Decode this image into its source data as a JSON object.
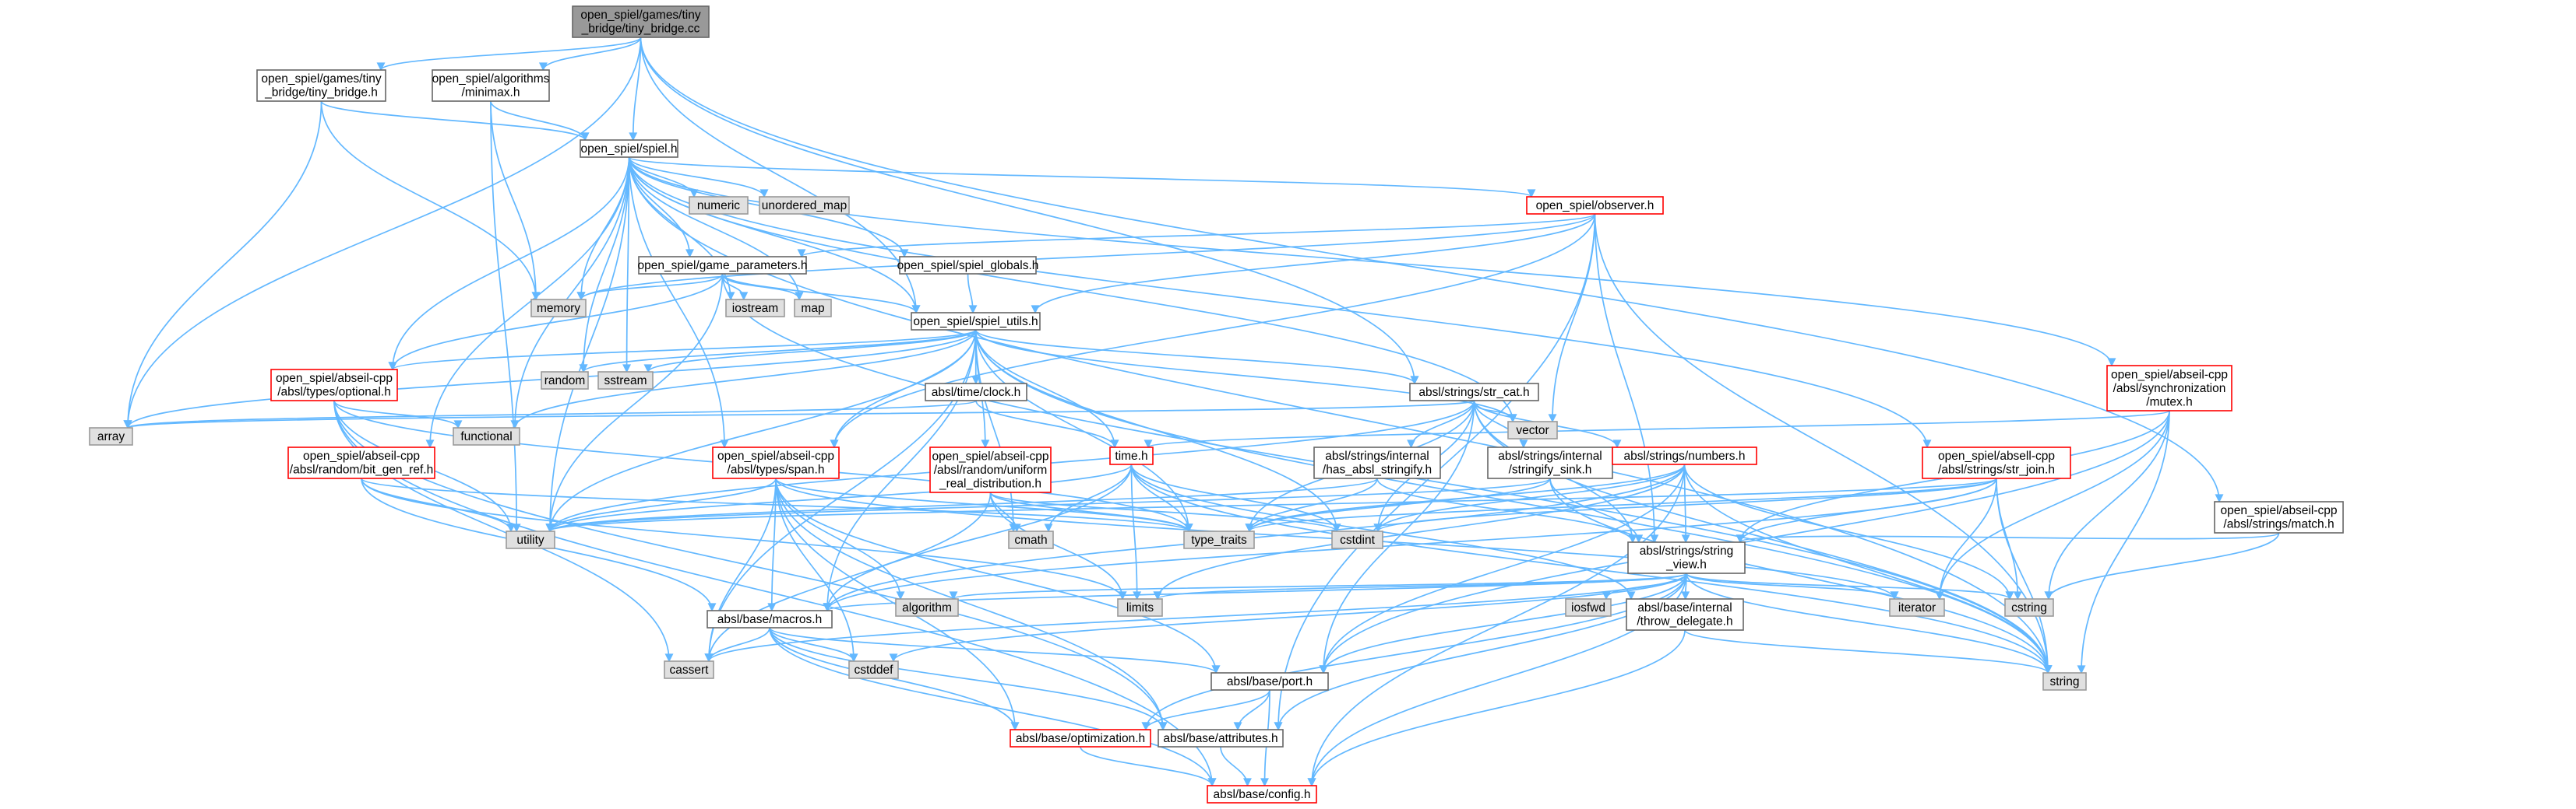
{
  "colors": {
    "edge": "#63b8ff",
    "root_fill": "#999999",
    "root_border": "#666666",
    "node_fill": "#ffffff",
    "node_border": "#666666",
    "external_fill": "#e0e0e0",
    "external_border": "#999999",
    "truncated_border": "#ff0000"
  },
  "nodes": [
    {
      "id": "root",
      "kind": "root",
      "lines": [
        "open_spiel/games/tiny",
        "_bridge/tiny_bridge.cc"
      ]
    },
    {
      "id": "tiny_bridge_h",
      "kind": "normal",
      "lines": [
        "open_spiel/games/tiny",
        "_bridge/tiny_bridge.h"
      ]
    },
    {
      "id": "minimax_h",
      "kind": "normal",
      "lines": [
        "open_spiel/algorithms",
        "/minimax.h"
      ]
    },
    {
      "id": "spiel_h",
      "kind": "normal",
      "lines": [
        "open_spiel/spiel.h"
      ]
    },
    {
      "id": "numeric",
      "kind": "external",
      "lines": [
        "numeric"
      ]
    },
    {
      "id": "unordered_map",
      "kind": "external",
      "lines": [
        "unordered_map"
      ]
    },
    {
      "id": "observer_h",
      "kind": "truncated",
      "lines": [
        "open_spiel/observer.h"
      ]
    },
    {
      "id": "game_parameters_h",
      "kind": "normal",
      "lines": [
        "open_spiel/game_parameters.h"
      ]
    },
    {
      "id": "spiel_globals_h",
      "kind": "normal",
      "lines": [
        "open_spiel/spiel_globals.h"
      ]
    },
    {
      "id": "memory",
      "kind": "external",
      "lines": [
        "memory"
      ]
    },
    {
      "id": "iostream",
      "kind": "external",
      "lines": [
        "iostream"
      ]
    },
    {
      "id": "map",
      "kind": "external",
      "lines": [
        "map"
      ]
    },
    {
      "id": "spiel_utils_h",
      "kind": "normal",
      "lines": [
        "open_spiel/spiel_utils.h"
      ]
    },
    {
      "id": "random",
      "kind": "external",
      "lines": [
        "random"
      ]
    },
    {
      "id": "sstream",
      "kind": "external",
      "lines": [
        "sstream"
      ]
    },
    {
      "id": "optional_h",
      "kind": "truncated",
      "lines": [
        "open_spiel/abseil-cpp",
        "/absl/types/optional.h"
      ]
    },
    {
      "id": "functional",
      "kind": "external",
      "lines": [
        "functional"
      ]
    },
    {
      "id": "array",
      "kind": "external",
      "lines": [
        "array"
      ]
    },
    {
      "id": "clock_h",
      "kind": "normal",
      "lines": [
        "absl/time/clock.h"
      ]
    },
    {
      "id": "str_cat_h",
      "kind": "normal",
      "lines": [
        "absl/strings/str_cat.h"
      ]
    },
    {
      "id": "mutex_h",
      "kind": "truncated",
      "lines": [
        "open_spiel/abseil-cpp",
        "/absl/synchronization",
        "/mutex.h"
      ]
    },
    {
      "id": "bit_gen_ref_h",
      "kind": "truncated",
      "lines": [
        "open_spiel/abseil-cpp",
        "/absl/random/bit_gen_ref.h"
      ]
    },
    {
      "id": "span_h",
      "kind": "truncated",
      "lines": [
        "open_spiel/abseil-cpp",
        "/absl/types/span.h"
      ]
    },
    {
      "id": "uniform_real_h",
      "kind": "truncated",
      "lines": [
        "open_spiel/abseil-cpp",
        "/absl/random/uniform",
        "_real_distribution.h"
      ]
    },
    {
      "id": "time_h",
      "kind": "truncated",
      "lines": [
        "time.h"
      ]
    },
    {
      "id": "has_absl_stringify_h",
      "kind": "normal",
      "lines": [
        "absl/strings/internal",
        "/has_absl_stringify.h"
      ]
    },
    {
      "id": "stringify_sink_h",
      "kind": "normal",
      "lines": [
        "absl/strings/internal",
        "/stringify_sink.h"
      ]
    },
    {
      "id": "numbers_h",
      "kind": "truncated",
      "lines": [
        "absl/strings/numbers.h"
      ]
    },
    {
      "id": "str_join_h",
      "kind": "truncated",
      "lines": [
        "open_spiel/absell-cpp",
        "/absl/strings/str_join.h"
      ]
    },
    {
      "id": "match_h",
      "kind": "normal",
      "lines": [
        "open_spiel/abseil-cpp",
        "/absl/strings/match.h"
      ]
    },
    {
      "id": "vector",
      "kind": "external",
      "lines": [
        "vector"
      ]
    },
    {
      "id": "utility",
      "kind": "external",
      "lines": [
        "utility"
      ]
    },
    {
      "id": "type_traits",
      "kind": "external",
      "lines": [
        "type_traits"
      ]
    },
    {
      "id": "cstdint",
      "kind": "external",
      "lines": [
        "cstdint"
      ]
    },
    {
      "id": "cmath",
      "kind": "external",
      "lines": [
        "cmath"
      ]
    },
    {
      "id": "string_view_h",
      "kind": "normal",
      "lines": [
        "absl/strings/string",
        "_view.h"
      ]
    },
    {
      "id": "limits",
      "kind": "external",
      "lines": [
        "limits"
      ]
    },
    {
      "id": "algorithm",
      "kind": "external",
      "lines": [
        "algorithm"
      ]
    },
    {
      "id": "macros_h",
      "kind": "normal",
      "lines": [
        "absl/base/macros.h"
      ]
    },
    {
      "id": "iosfwd",
      "kind": "external",
      "lines": [
        "iosfwd"
      ]
    },
    {
      "id": "throw_delegate_h",
      "kind": "normal",
      "lines": [
        "absl/base/internal",
        "/throw_delegate.h"
      ]
    },
    {
      "id": "iterator",
      "kind": "external",
      "lines": [
        "iterator"
      ]
    },
    {
      "id": "cstring",
      "kind": "external",
      "lines": [
        "cstring"
      ]
    },
    {
      "id": "cassert",
      "kind": "external",
      "lines": [
        "cassert"
      ]
    },
    {
      "id": "cstddef",
      "kind": "external",
      "lines": [
        "cstddef"
      ]
    },
    {
      "id": "port_h",
      "kind": "normal",
      "lines": [
        "absl/base/port.h"
      ]
    },
    {
      "id": "string",
      "kind": "external",
      "lines": [
        "string"
      ]
    },
    {
      "id": "optimization_h",
      "kind": "truncated",
      "lines": [
        "absl/base/optimization.h"
      ]
    },
    {
      "id": "attributes_h",
      "kind": "normal",
      "lines": [
        "absl/base/attributes.h"
      ]
    },
    {
      "id": "config_h",
      "kind": "truncated",
      "lines": [
        "absl/base/config.h"
      ]
    }
  ],
  "edges": [
    [
      "root",
      "tiny_bridge_h"
    ],
    [
      "root",
      "minimax_h"
    ],
    [
      "root",
      "spiel_h"
    ],
    [
      "root",
      "spiel_utils_h"
    ],
    [
      "root",
      "str_cat_h"
    ],
    [
      "root",
      "match_h"
    ],
    [
      "root",
      "array"
    ],
    [
      "tiny_bridge_h",
      "spiel_h"
    ],
    [
      "tiny_bridge_h",
      "memory"
    ],
    [
      "tiny_bridge_h",
      "array"
    ],
    [
      "minimax_h",
      "spiel_h"
    ],
    [
      "minimax_h",
      "memory"
    ],
    [
      "minimax_h",
      "utility"
    ],
    [
      "spiel_h",
      "numeric"
    ],
    [
      "spiel_h",
      "unordered_map"
    ],
    [
      "spiel_h",
      "observer_h"
    ],
    [
      "spiel_h",
      "game_parameters_h"
    ],
    [
      "spiel_h",
      "spiel_globals_h"
    ],
    [
      "spiel_h",
      "spiel_utils_h"
    ],
    [
      "spiel_h",
      "memory"
    ],
    [
      "spiel_h",
      "iostream"
    ],
    [
      "spiel_h",
      "map"
    ],
    [
      "spiel_h",
      "random"
    ],
    [
      "spiel_h",
      "sstream"
    ],
    [
      "spiel_h",
      "functional"
    ],
    [
      "spiel_h",
      "optional_h"
    ],
    [
      "spiel_h",
      "bit_gen_ref_h"
    ],
    [
      "spiel_h",
      "span_h"
    ],
    [
      "spiel_h",
      "mutex_h"
    ],
    [
      "spiel_h",
      "str_join_h"
    ],
    [
      "spiel_h",
      "vector"
    ],
    [
      "spiel_h",
      "string"
    ],
    [
      "spiel_h",
      "utility"
    ],
    [
      "observer_h",
      "game_parameters_h"
    ],
    [
      "observer_h",
      "spiel_utils_h"
    ],
    [
      "observer_h",
      "memory"
    ],
    [
      "observer_h",
      "span_h"
    ],
    [
      "observer_h",
      "string_view_h"
    ],
    [
      "observer_h",
      "string"
    ],
    [
      "observer_h",
      "vector"
    ],
    [
      "observer_h",
      "attributes_h"
    ],
    [
      "game_parameters_h",
      "memory"
    ],
    [
      "game_parameters_h",
      "iostream"
    ],
    [
      "game_parameters_h",
      "map"
    ],
    [
      "game_parameters_h",
      "spiel_utils_h"
    ],
    [
      "game_parameters_h",
      "optional_h"
    ],
    [
      "game_parameters_h",
      "string"
    ],
    [
      "game_parameters_h",
      "utility"
    ],
    [
      "spiel_globals_h",
      "spiel_utils_h"
    ],
    [
      "spiel_utils_h",
      "random"
    ],
    [
      "spiel_utils_h",
      "sstream"
    ],
    [
      "spiel_utils_h",
      "optional_h"
    ],
    [
      "spiel_utils_h",
      "functional"
    ],
    [
      "spiel_utils_h",
      "array"
    ],
    [
      "spiel_utils_h",
      "clock_h"
    ],
    [
      "spiel_utils_h",
      "str_cat_h"
    ],
    [
      "spiel_utils_h",
      "span_h"
    ],
    [
      "spiel_utils_h",
      "uniform_real_h"
    ],
    [
      "spiel_utils_h",
      "time_h"
    ],
    [
      "spiel_utils_h",
      "vector"
    ],
    [
      "spiel_utils_h",
      "string"
    ],
    [
      "spiel_utils_h",
      "utility"
    ],
    [
      "spiel_utils_h",
      "type_traits"
    ],
    [
      "spiel_utils_h",
      "cstdint"
    ],
    [
      "spiel_utils_h",
      "cmath"
    ],
    [
      "spiel_utils_h",
      "macros_h"
    ],
    [
      "spiel_utils_h",
      "cassert"
    ],
    [
      "optional_h",
      "functional"
    ],
    [
      "optional_h",
      "utility"
    ],
    [
      "optional_h",
      "type_traits"
    ],
    [
      "optional_h",
      "cassert"
    ],
    [
      "optional_h",
      "attributes_h"
    ],
    [
      "optional_h",
      "config_h"
    ],
    [
      "clock_h",
      "time_h"
    ],
    [
      "clock_h",
      "array"
    ],
    [
      "str_cat_h",
      "has_absl_stringify_h"
    ],
    [
      "str_cat_h",
      "stringify_sink_h"
    ],
    [
      "str_cat_h",
      "numbers_h"
    ],
    [
      "str_cat_h",
      "string_view_h"
    ],
    [
      "str_cat_h",
      "port_h"
    ],
    [
      "str_cat_h",
      "vector"
    ],
    [
      "str_cat_h",
      "string"
    ],
    [
      "str_cat_h",
      "utility"
    ],
    [
      "str_cat_h",
      "type_traits"
    ],
    [
      "str_cat_h",
      "cstdint"
    ],
    [
      "str_cat_h",
      "array"
    ],
    [
      "mutex_h",
      "time_h"
    ],
    [
      "mutex_h",
      "string_view_h"
    ],
    [
      "mutex_h",
      "port_h"
    ],
    [
      "mutex_h",
      "iterator"
    ],
    [
      "mutex_h",
      "cstring"
    ],
    [
      "mutex_h",
      "string"
    ],
    [
      "bit_gen_ref_h",
      "utility"
    ],
    [
      "bit_gen_ref_h",
      "type_traits"
    ],
    [
      "bit_gen_ref_h",
      "limits"
    ],
    [
      "bit_gen_ref_h",
      "macros_h"
    ],
    [
      "span_h",
      "utility"
    ],
    [
      "span_h",
      "type_traits"
    ],
    [
      "span_h",
      "cstddef"
    ],
    [
      "span_h",
      "cassert"
    ],
    [
      "span_h",
      "algorithm"
    ],
    [
      "span_h",
      "iterator"
    ],
    [
      "span_h",
      "macros_h"
    ],
    [
      "span_h",
      "port_h"
    ],
    [
      "span_h",
      "attributes_h"
    ],
    [
      "span_h",
      "optimization_h"
    ],
    [
      "uniform_real_h",
      "type_traits"
    ],
    [
      "uniform_real_h",
      "cmath"
    ],
    [
      "uniform_real_h",
      "limits"
    ],
    [
      "uniform_real_h",
      "cstdint"
    ],
    [
      "uniform_real_h",
      "cassert"
    ],
    [
      "time_h",
      "cmath"
    ],
    [
      "time_h",
      "cstdint"
    ],
    [
      "time_h",
      "limits"
    ],
    [
      "time_h",
      "string"
    ],
    [
      "time_h",
      "utility"
    ],
    [
      "time_h",
      "type_traits"
    ],
    [
      "time_h",
      "macros_h"
    ],
    [
      "time_h",
      "throw_delegate_h"
    ],
    [
      "has_absl_stringify_h",
      "utility"
    ],
    [
      "has_absl_stringify_h",
      "type_traits"
    ],
    [
      "has_absl_stringify_h",
      "string_view_h"
    ],
    [
      "stringify_sink_h",
      "string"
    ],
    [
      "stringify_sink_h",
      "type_traits"
    ],
    [
      "stringify_sink_h",
      "utility"
    ],
    [
      "stringify_sink_h",
      "string_view_h"
    ],
    [
      "numbers_h",
      "string_view_h"
    ],
    [
      "numbers_h",
      "type_traits"
    ],
    [
      "numbers_h",
      "cstdint"
    ],
    [
      "numbers_h",
      "cstring"
    ],
    [
      "numbers_h",
      "string"
    ],
    [
      "numbers_h",
      "macros_h"
    ],
    [
      "numbers_h",
      "port_h"
    ],
    [
      "numbers_h",
      "config_h"
    ],
    [
      "numbers_h",
      "limits"
    ],
    [
      "str_join_h",
      "string_view_h"
    ],
    [
      "str_join_h",
      "cstring"
    ],
    [
      "str_join_h",
      "iterator"
    ],
    [
      "str_join_h",
      "string"
    ],
    [
      "str_join_h",
      "type_traits"
    ],
    [
      "str_join_h",
      "utility"
    ],
    [
      "str_join_h",
      "cstdint"
    ],
    [
      "str_join_h",
      "macros_h"
    ],
    [
      "match_h",
      "cstring"
    ],
    [
      "match_h",
      "string_view_h"
    ],
    [
      "string_view_h",
      "algorithm"
    ],
    [
      "string_view_h",
      "cassert"
    ],
    [
      "string_view_h",
      "cstddef"
    ],
    [
      "string_view_h",
      "cstring"
    ],
    [
      "string_view_h",
      "iosfwd"
    ],
    [
      "string_view_h",
      "iterator"
    ],
    [
      "string_view_h",
      "limits"
    ],
    [
      "string_view_h",
      "string"
    ],
    [
      "string_view_h",
      "throw_delegate_h"
    ],
    [
      "string_view_h",
      "macros_h"
    ],
    [
      "string_view_h",
      "port_h"
    ],
    [
      "string_view_h",
      "attributes_h"
    ],
    [
      "string_view_h",
      "config_h"
    ],
    [
      "string_view_h",
      "optimization_h"
    ],
    [
      "macros_h",
      "cassert"
    ],
    [
      "macros_h",
      "cstddef"
    ],
    [
      "macros_h",
      "attributes_h"
    ],
    [
      "macros_h",
      "config_h"
    ],
    [
      "macros_h",
      "optimization_h"
    ],
    [
      "macros_h",
      "port_h"
    ],
    [
      "throw_delegate_h",
      "string"
    ],
    [
      "throw_delegate_h",
      "config_h"
    ],
    [
      "port_h",
      "attributes_h"
    ],
    [
      "port_h",
      "config_h"
    ],
    [
      "port_h",
      "optimization_h"
    ],
    [
      "optimization_h",
      "config_h"
    ],
    [
      "attributes_h",
      "config_h"
    ]
  ]
}
